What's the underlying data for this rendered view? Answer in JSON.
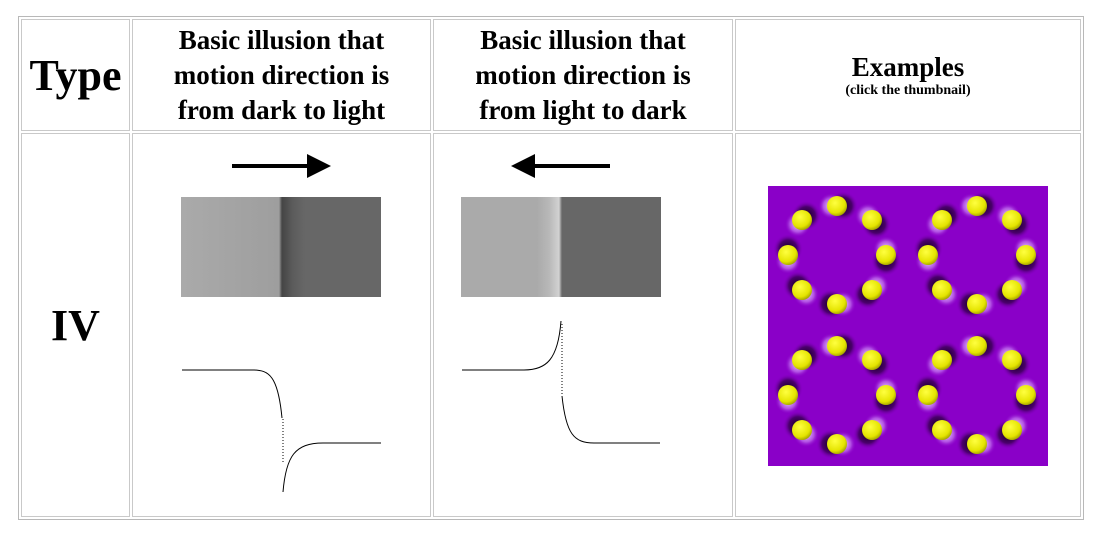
{
  "table": {
    "header": {
      "type": "Type",
      "col1": [
        "Basic illusion that",
        "motion direction is",
        "from dark to light"
      ],
      "col2": [
        "Basic illusion that",
        "motion direction is",
        "from light to dark"
      ],
      "examples": "Examples",
      "examples_note": "(click the thumbnail)"
    },
    "row": {
      "label": "IV"
    }
  },
  "colors": {
    "light_gray": "#aaaaaa",
    "dark_gray": "#676767",
    "purple": "#8a00c8",
    "yellow": "#ffff00"
  }
}
